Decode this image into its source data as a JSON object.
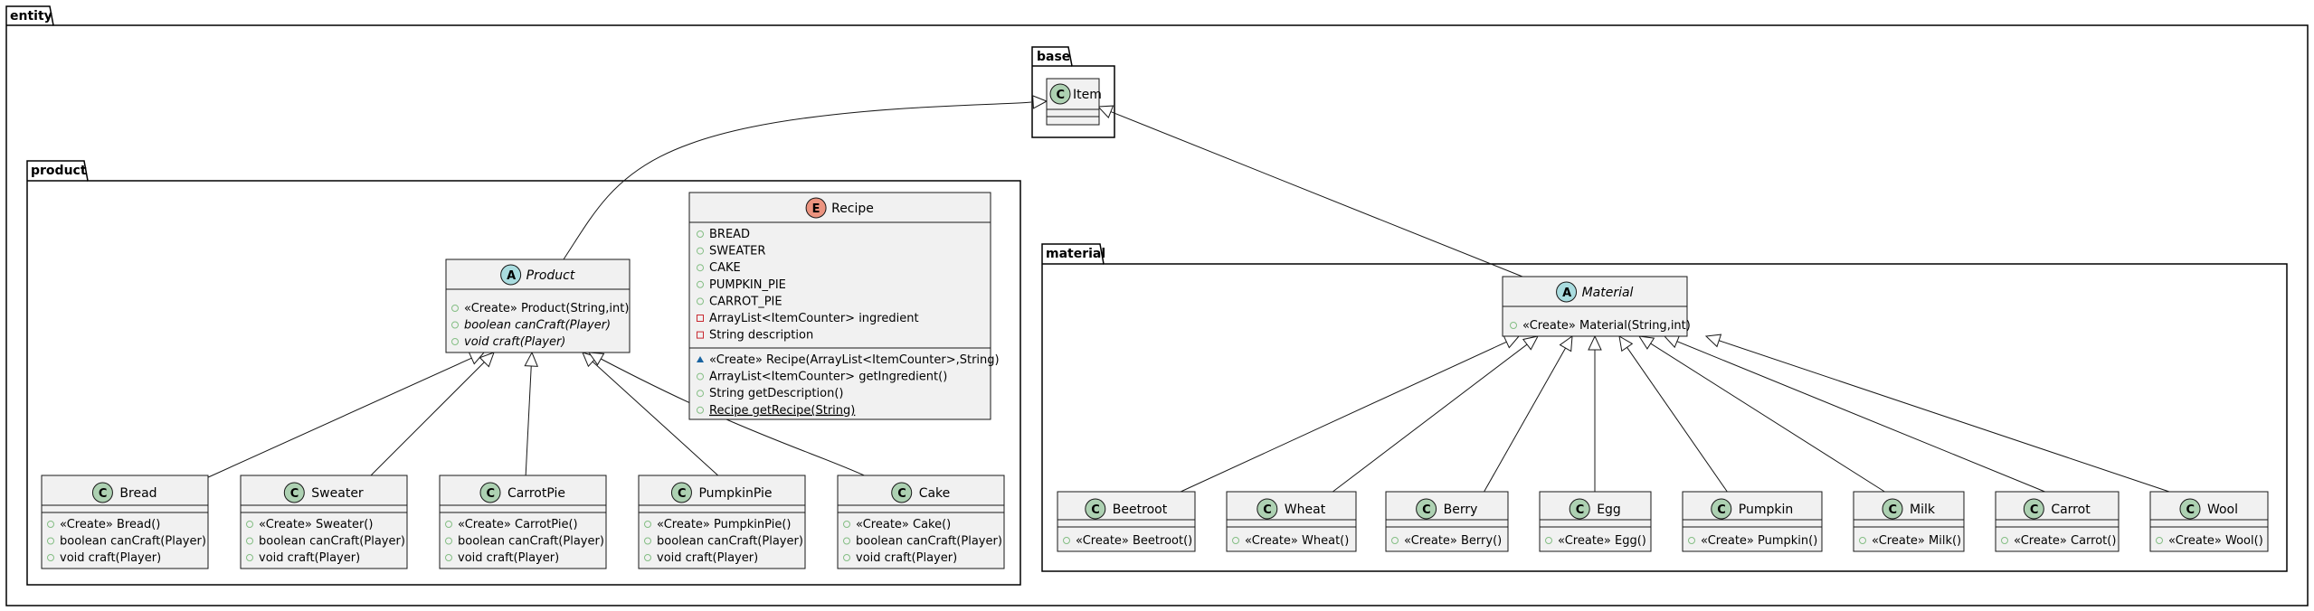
{
  "packages": {
    "entity": "entity",
    "base": "base",
    "product": "product",
    "material": "material"
  },
  "classes": {
    "item": {
      "name": "Item",
      "kind_letter": "C",
      "members": []
    },
    "product": {
      "name": "Product",
      "kind_letter": "A",
      "abstract": true,
      "members": [
        {
          "text": "«Create» Product(String,int)",
          "italic": false
        },
        {
          "text": "boolean canCraft(Player)",
          "italic": true
        },
        {
          "text": "void craft(Player)",
          "italic": true
        }
      ]
    },
    "recipe": {
      "name": "Recipe",
      "kind_letter": "E",
      "fields": [
        {
          "text": "BREAD",
          "vis": "public"
        },
        {
          "text": "SWEATER",
          "vis": "public"
        },
        {
          "text": "CAKE",
          "vis": "public"
        },
        {
          "text": "PUMPKIN_PIE",
          "vis": "public"
        },
        {
          "text": "CARROT_PIE",
          "vis": "public"
        },
        {
          "text": "ArrayList<ItemCounter> ingredient",
          "vis": "private"
        },
        {
          "text": "String description",
          "vis": "private"
        }
      ],
      "methods": [
        {
          "text": "«Create» Recipe(ArrayList<ItemCounter>,String)",
          "vis": "package"
        },
        {
          "text": "ArrayList<ItemCounter> getIngredient()",
          "vis": "public"
        },
        {
          "text": "String getDescription()",
          "vis": "public"
        },
        {
          "text": "Recipe getRecipe(String)",
          "vis": "public",
          "static": true
        }
      ]
    },
    "bread": {
      "name": "Bread",
      "members": [
        "«Create» Bread()",
        "boolean canCraft(Player)",
        "void craft(Player)"
      ]
    },
    "sweater": {
      "name": "Sweater",
      "members": [
        "«Create» Sweater()",
        "boolean canCraft(Player)",
        "void craft(Player)"
      ]
    },
    "carrotpie": {
      "name": "CarrotPie",
      "members": [
        "«Create» CarrotPie()",
        "boolean canCraft(Player)",
        "void craft(Player)"
      ]
    },
    "pumpkinpie": {
      "name": "PumpkinPie",
      "members": [
        "«Create» PumpkinPie()",
        "boolean canCraft(Player)",
        "void craft(Player)"
      ]
    },
    "cake": {
      "name": "Cake",
      "members": [
        "«Create» Cake()",
        "boolean canCraft(Player)",
        "void craft(Player)"
      ]
    },
    "material": {
      "name": "Material",
      "kind_letter": "A",
      "abstract": true,
      "members": [
        {
          "text": "«Create» Material(String,int)",
          "italic": false
        }
      ]
    },
    "beetroot": {
      "name": "Beetroot",
      "members": [
        "«Create» Beetroot()"
      ]
    },
    "wheat": {
      "name": "Wheat",
      "members": [
        "«Create» Wheat()"
      ]
    },
    "berry": {
      "name": "Berry",
      "members": [
        "«Create» Berry()"
      ]
    },
    "egg": {
      "name": "Egg",
      "members": [
        "«Create» Egg()"
      ]
    },
    "pumpkin": {
      "name": "Pumpkin",
      "members": [
        "«Create» Pumpkin()"
      ]
    },
    "milk": {
      "name": "Milk",
      "members": [
        "«Create» Milk()"
      ]
    },
    "carrot": {
      "name": "Carrot",
      "members": [
        "«Create» Carrot()"
      ]
    },
    "wool": {
      "name": "Wool",
      "members": [
        "«Create» Wool()"
      ]
    }
  },
  "colors": {
    "class_fill": "#F1F1F1",
    "class_border": "#181818",
    "class_circle": "#ADD1B2",
    "abstract_circle": "#A9DCDF",
    "enum_circle": "#EB937F",
    "public_marker": "#84BE84",
    "private_marker": "#C82930",
    "package_marker": "#1963A0"
  }
}
